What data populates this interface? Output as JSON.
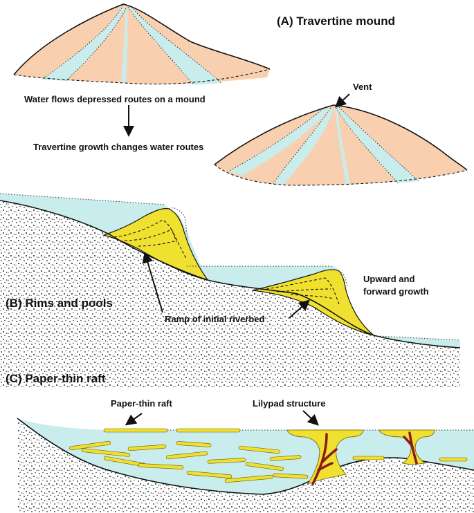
{
  "panel_a": {
    "title": "(A) Travertine mound",
    "flow_label": "Water flows depressed routes on a mound",
    "growth_label": "Travertine growth changes water routes",
    "vent_label": "Vent"
  },
  "panel_b": {
    "title": "(B) Rims and pools",
    "growth_label_line1": "Upward and",
    "growth_label_line2": "forward growth",
    "ramp_label": "Ramp of initial riverbed"
  },
  "panel_c": {
    "title": "(C) Paper-thin raft",
    "raft_label": "Paper-thin raft",
    "lilypad_label": "Lilypad structure"
  },
  "colors": {
    "mound": "#f8d0b0",
    "water": "#c9ecec",
    "travertine": "#f0e030",
    "branch": "#8b1a1a",
    "sediment": "#222222"
  }
}
